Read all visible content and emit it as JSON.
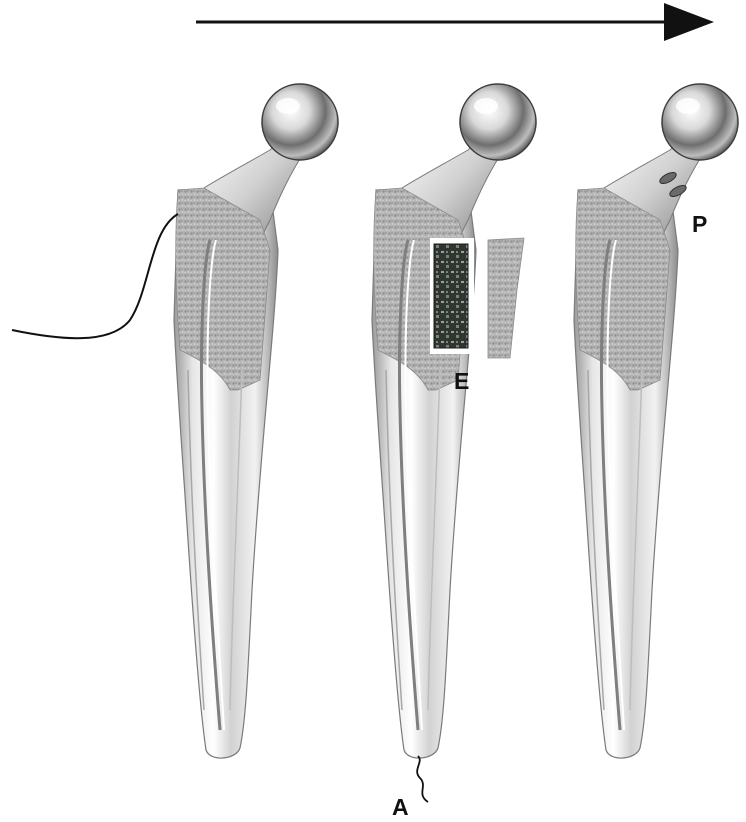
{
  "labels": {
    "electronics": "E",
    "antenna": "A",
    "port": "P"
  },
  "colors": {
    "arrow": "#111111",
    "lead_wire": "#111111",
    "porous_coating": "#a9a9a9",
    "metal_light": "#f4f4f4",
    "metal_mid": "#c9c9c9",
    "metal_dark": "#8a8a8a",
    "circuit_board": "#2f352f"
  },
  "icons": {
    "direction_arrow": "arrow-right-icon",
    "implants": "hip-implant-icon"
  }
}
